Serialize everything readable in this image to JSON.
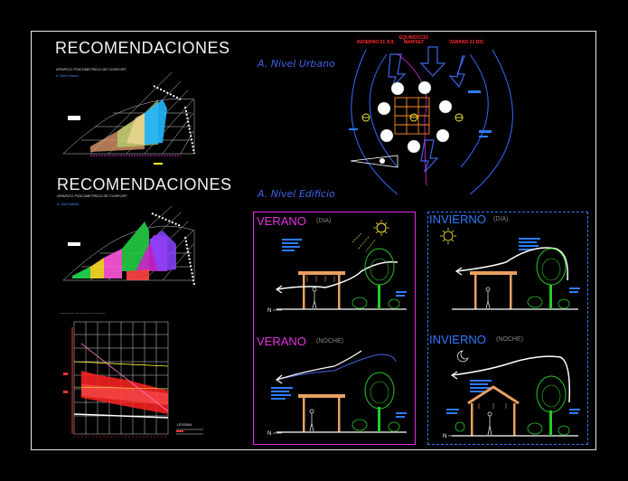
{
  "sheet": {
    "title_top": "RECOMENDACIONES",
    "title_mid": "RECOMENDACIONES",
    "chart_caption_top": "GRAFICO PSICOMETRICO DE CONFORT",
    "chart_caption_top_sub": "A. Nivel Urbano",
    "chart_caption_mid": "GRAFICO PSICOMETRICO DE CONFORT",
    "chart_caption_mid_sub": "A. Nivel Edificio",
    "level_urban": "A. Nivel Urbano",
    "level_building": "A. Nivel Edificio",
    "sun_labels": {
      "left": "INVIERNO 21 JUL",
      "center": "EQUINOCCIO MAR/SET",
      "right": "VERANO 21 DIC"
    },
    "north_label": "N",
    "legend_label": "LEYENDA"
  },
  "panels": [
    {
      "season": "VERANO",
      "period": "(DIA)",
      "color": "#e233e2"
    },
    {
      "season": "INVIERNO",
      "period": "(DIA)",
      "color": "#2f7bff"
    },
    {
      "season": "VERANO",
      "period": "(NOCHE)",
      "color": "#e233e2"
    },
    {
      "season": "INVIERNO",
      "period": "(NOCHE)",
      "color": "#2f7bff"
    }
  ],
  "colors": {
    "frame_summer": "#e233e2",
    "frame_winter": "#2f7bff",
    "roof": "#e8a060",
    "tree": "#28c828",
    "wind": "#dcdcdc",
    "sun": "#ffee33",
    "note": "#2f7bff"
  },
  "icons": [
    "sun-icon",
    "moon-icon",
    "tree-icon",
    "person-icon",
    "wind-arrow-icon",
    "north-arrow-icon"
  ]
}
